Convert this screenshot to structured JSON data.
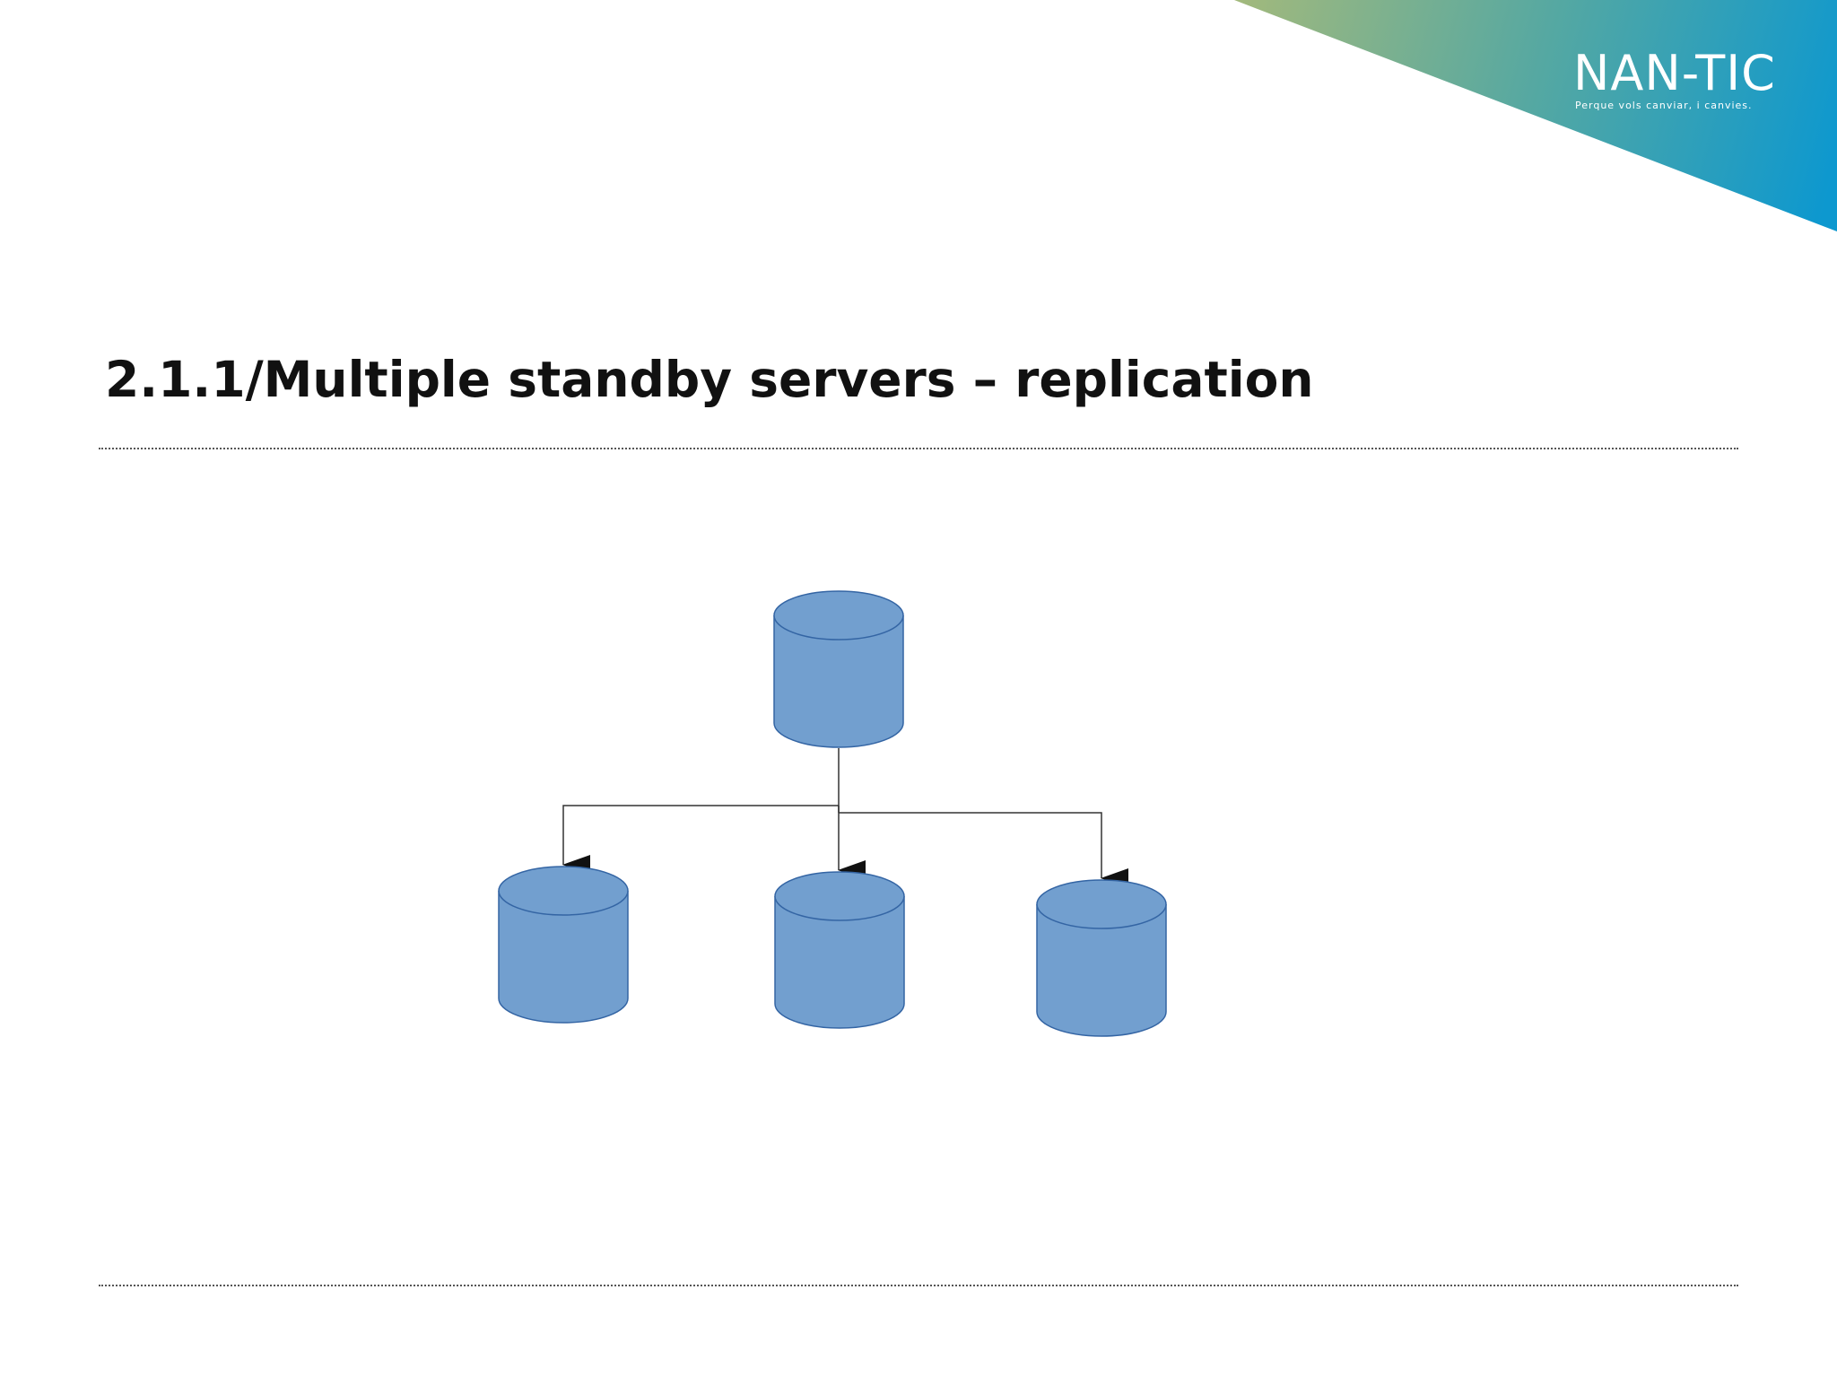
{
  "brand": {
    "name": "NAN-TIC",
    "tagline": "Perque vols canviar, i canvies.",
    "gradient_start": "#a2b97c",
    "gradient_end": "#0d98cf"
  },
  "slide": {
    "title": "2.1.1/Multiple standby servers – replication"
  },
  "diagram": {
    "primary": {
      "label": ""
    },
    "standbys": [
      {
        "label": ""
      },
      {
        "label": ""
      },
      {
        "label": ""
      }
    ],
    "node_fill": "#729fcf",
    "node_stroke": "#3465a4",
    "connector_color": "#333333"
  }
}
